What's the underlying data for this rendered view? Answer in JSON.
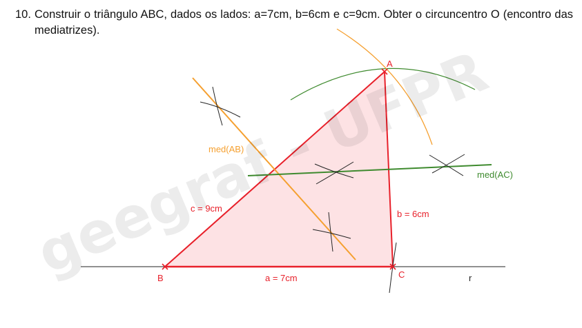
{
  "question": {
    "number": "10.",
    "text": "Construir o triângulo ABC, dados os lados: a=7cm, b=6cm e c=9cm. Obter o circuncentro O (encontro das mediatrizes)."
  },
  "diagram": {
    "vertex_labels": {
      "A": "A",
      "B": "B",
      "C": "C"
    },
    "line_label": "r",
    "side_labels": {
      "a": "a = 7cm",
      "b": "b = 6cm",
      "c": "c = 9cm"
    },
    "bisector_labels": {
      "ab": "med(AB)",
      "ac": "med(AC)"
    },
    "watermark": "geegraf - UFPR",
    "colors": {
      "triangle_edge": "#e8202a",
      "triangle_fill": "#fde2e4",
      "med_ab": "#f5a030",
      "med_ac": "#3e8a2e",
      "arc_a": "#f5a030",
      "arc_green": "#3e8a2e",
      "construction": "#222222"
    }
  }
}
